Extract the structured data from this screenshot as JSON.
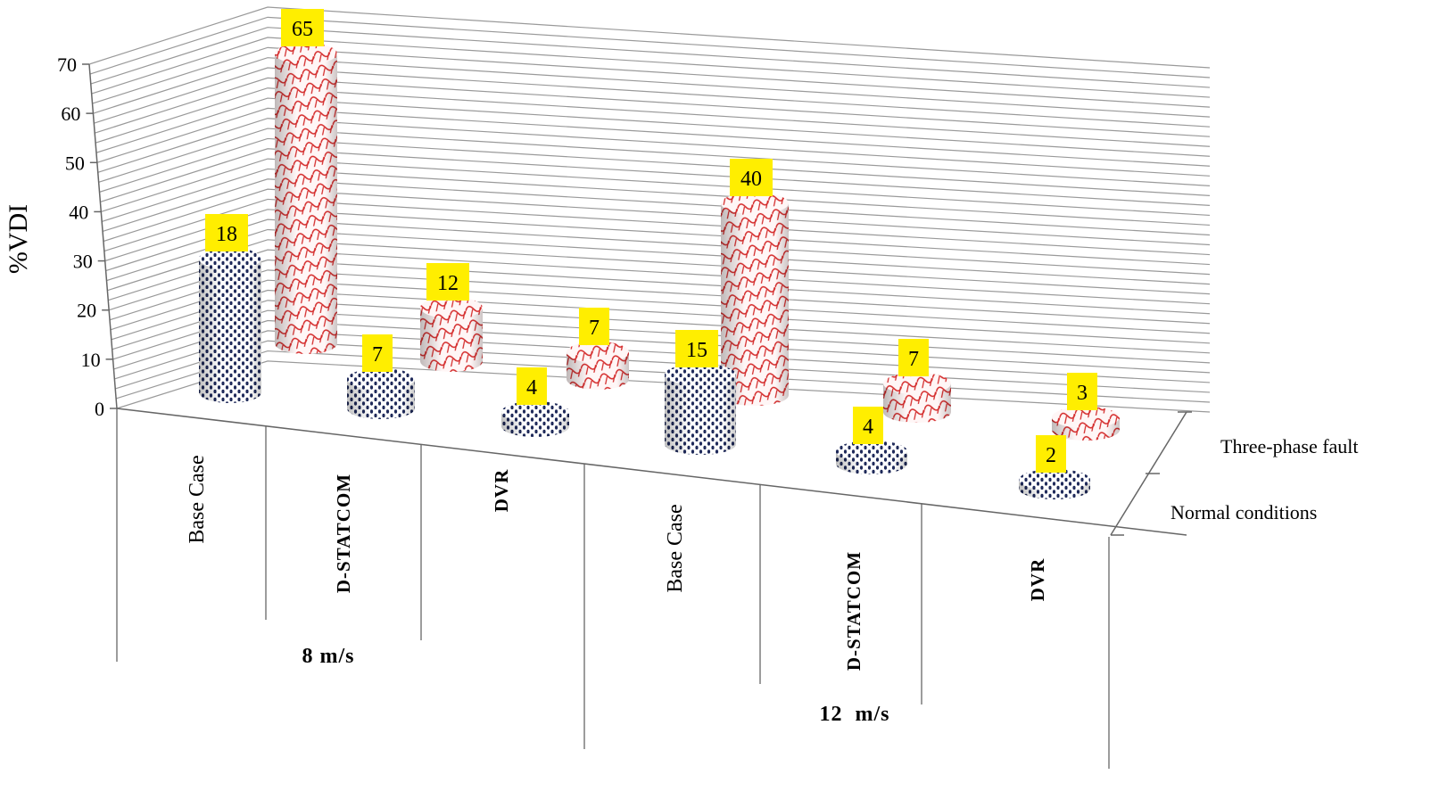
{
  "chart_data": {
    "type": "bar",
    "variant": "3d-cylinder-clustered",
    "title": "",
    "xlabel": "",
    "ylabel": "%VDI",
    "ylim": [
      0,
      70
    ],
    "yticks": [
      0,
      10,
      20,
      30,
      40,
      50,
      60,
      70
    ],
    "grid": true,
    "groups": [
      {
        "label": "8 m/s",
        "categories": [
          "Base Case",
          "D-STATCOM",
          "DVR"
        ]
      },
      {
        "label": "12  m/s",
        "categories": [
          "Base Case",
          "D-STATCOM",
          "DVR"
        ]
      }
    ],
    "categories": [
      "Base Case (8 m/s)",
      "D-STATCOM (8 m/s)",
      "DVR (8 m/s)",
      "Base Case (12 m/s)",
      "D-STATCOM (12 m/s)",
      "DVR (12 m/s)"
    ],
    "series": [
      {
        "name": "Normal conditions",
        "values": [
          18,
          7,
          4,
          15,
          4,
          2
        ],
        "color": "#1f2a5a",
        "pattern": "dots"
      },
      {
        "name": "Three-phase fault",
        "values": [
          65,
          12,
          7,
          40,
          7,
          3
        ],
        "color": "#e02020",
        "pattern": "weave"
      }
    ],
    "legend": {
      "position": "right-depth-axis",
      "entries": [
        "Three-phase fault",
        "Normal conditions"
      ]
    },
    "data_label_style": {
      "background": "#ffee00",
      "text_color": "#000000"
    }
  },
  "axis": {
    "ylabel": "%VDI",
    "yticks": [
      "0",
      "10",
      "20",
      "30",
      "40",
      "50",
      "60",
      "70"
    ]
  },
  "xaxis": {
    "cats": [
      "Base Case",
      "D-STATCOM",
      "DVR",
      "Base Case",
      "D-STATCOM",
      "DVR"
    ],
    "groups": [
      "8 m/s",
      "12  m/s"
    ]
  },
  "legend": {
    "fault": "Three-phase fault",
    "normal": "Normal conditions"
  },
  "labels": {
    "n0": "18",
    "n1": "7",
    "n2": "4",
    "n3": "15",
    "n4": "4",
    "n5": "2",
    "f0": "65",
    "f1": "12",
    "f2": "7",
    "f3": "40",
    "f4": "7",
    "f5": "3"
  }
}
